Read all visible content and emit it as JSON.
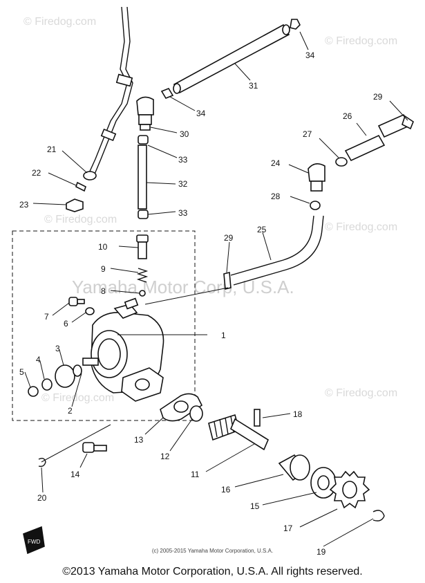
{
  "watermarks": {
    "firedog": "© Firedog.com",
    "center": "Yamaha Motor Corp, U.S.A."
  },
  "parts": [
    {
      "id": "p1",
      "label": "1"
    },
    {
      "id": "p2",
      "label": "2"
    },
    {
      "id": "p3",
      "label": "3"
    },
    {
      "id": "p4",
      "label": "4"
    },
    {
      "id": "p5",
      "label": "5"
    },
    {
      "id": "p6",
      "label": "6"
    },
    {
      "id": "p7",
      "label": "7"
    },
    {
      "id": "p8",
      "label": "8"
    },
    {
      "id": "p9",
      "label": "9"
    },
    {
      "id": "p10",
      "label": "10"
    },
    {
      "id": "p11",
      "label": "11"
    },
    {
      "id": "p12",
      "label": "12"
    },
    {
      "id": "p13",
      "label": "13"
    },
    {
      "id": "p14",
      "label": "14"
    },
    {
      "id": "p15",
      "label": "15"
    },
    {
      "id": "p16",
      "label": "16"
    },
    {
      "id": "p17",
      "label": "17"
    },
    {
      "id": "p18",
      "label": "18"
    },
    {
      "id": "p19",
      "label": "19"
    },
    {
      "id": "p20",
      "label": "20"
    },
    {
      "id": "p21",
      "label": "21"
    },
    {
      "id": "p22",
      "label": "22"
    },
    {
      "id": "p23",
      "label": "23"
    },
    {
      "id": "p24",
      "label": "24"
    },
    {
      "id": "p25",
      "label": "25"
    },
    {
      "id": "p26",
      "label": "26"
    },
    {
      "id": "p27",
      "label": "27"
    },
    {
      "id": "p28",
      "label": "28"
    },
    {
      "id": "p29a",
      "label": "29"
    },
    {
      "id": "p29b",
      "label": "29"
    },
    {
      "id": "p30",
      "label": "30"
    },
    {
      "id": "p31",
      "label": "31"
    },
    {
      "id": "p32",
      "label": "32"
    },
    {
      "id": "p33a",
      "label": "33"
    },
    {
      "id": "p33b",
      "label": "33"
    },
    {
      "id": "p34a",
      "label": "34"
    },
    {
      "id": "p34b",
      "label": "34"
    }
  ],
  "fwd_label": "FWD",
  "inner_copyright": "(c) 2005-2015 Yamaha Motor Corporation, U.S.A.",
  "footer_copyright": "©2013 Yamaha Motor Corporation, U.S.A. All rights reserved."
}
